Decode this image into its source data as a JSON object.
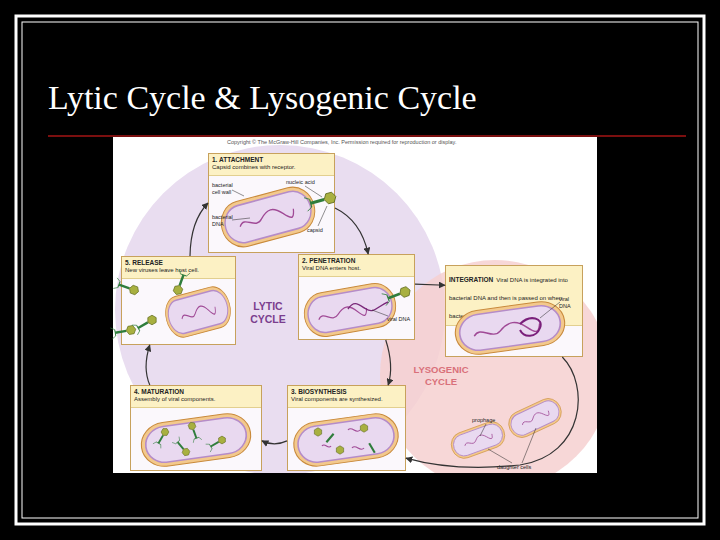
{
  "diagram": {
    "title": "Lytic Cycle & Lysogenic Cycle",
    "nodes": [
      {
        "text": [
          "LYTIC CYCLE"
        ]
      },
      {
        "text": [
          "LYSOGENIC CYCLE"
        ]
      },
      {
        "text": [
          "1. ATTACHMENT",
          "Capsid combines with receptor."
        ]
      },
      {
        "text": [
          "5. RELEASE",
          "New viruses leave host cell."
        ]
      },
      {
        "text": [
          "2. PENETRATION",
          "Viral DNA enters host."
        ]
      },
      {
        "text": [
          "INTEGRATION",
          "Viral DNA is integrated into bacterial DNA and then is passed on when bacteria reproduce."
        ]
      },
      {
        "text": [
          "4. MATURATION",
          "Assembly of viral components."
        ]
      },
      {
        "text": [
          "3. BIOSYNTHESIS",
          "Viral components are synthesized."
        ]
      }
    ],
    "edges": [
      {
        "from": 2,
        "to": 4,
        "arrow": "to"
      },
      {
        "from": 4,
        "to": 7,
        "arrow": "to"
      },
      {
        "from": 7,
        "to": 6,
        "arrow": "to"
      },
      {
        "from": 6,
        "to": 3,
        "arrow": "to"
      },
      {
        "from": 3,
        "to": 2,
        "arrow": "to"
      },
      {
        "from": 4,
        "to": 5,
        "arrow": "to"
      },
      {
        "from": 5,
        "to": 7,
        "arrow": "to"
      }
    ],
    "labels": [
      "Copyright © The McGraw-Hill Companies, Inc. Permission required for reproduction or display.",
      "bacterial cell wall",
      "bacterial DNA",
      "nucleic acid",
      "capsid",
      "viral DNA",
      "viral DNA",
      "prophage",
      "daughter cells"
    ]
  }
}
